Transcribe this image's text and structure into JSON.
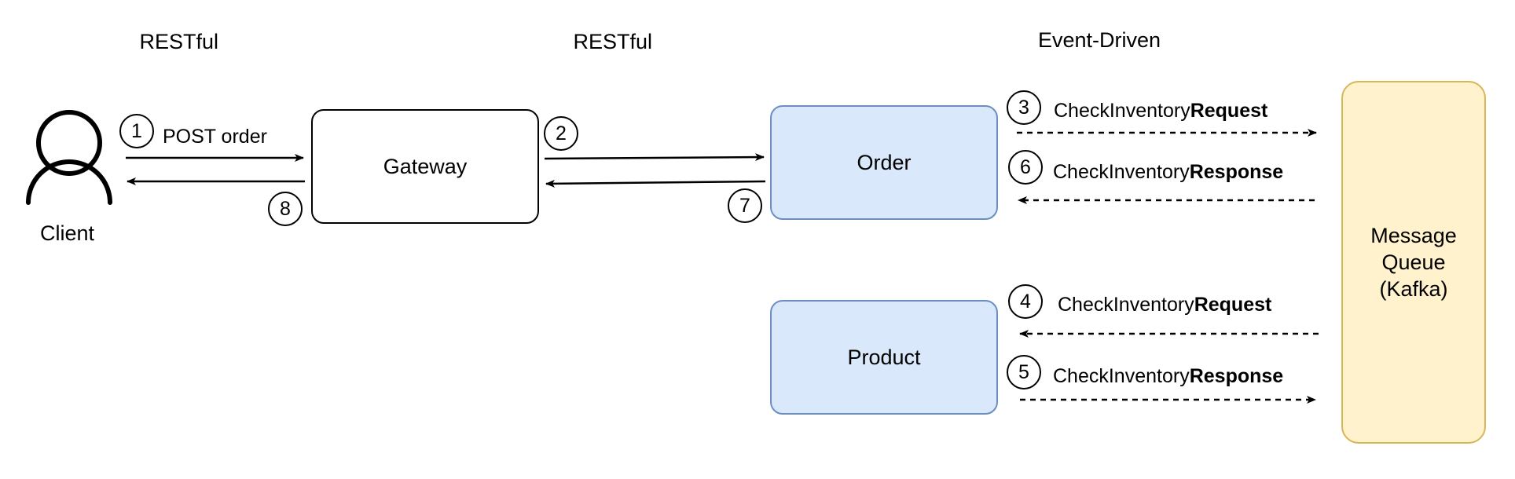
{
  "sections": {
    "restful_left": "RESTful",
    "restful_right": "RESTful",
    "event_driven": "Event-Driven"
  },
  "nodes": {
    "client": "Client",
    "gateway": "Gateway",
    "order": "Order",
    "product": "Product",
    "message_queue": [
      "Message",
      "Queue",
      "(Kafka)"
    ]
  },
  "steps": {
    "s1": "1",
    "s2": "2",
    "s3": "3",
    "s4": "4",
    "s5": "5",
    "s6": "6",
    "s7": "7",
    "s8": "8"
  },
  "labels": {
    "post_order": "POST order",
    "check_request_3": {
      "prefix": "CheckInventory",
      "bold": "Request"
    },
    "check_response_6": {
      "prefix": "CheckInventory",
      "bold": "Response"
    },
    "check_request_4": {
      "prefix": "CheckInventory",
      "bold": "Request"
    },
    "check_response_5": {
      "prefix": "CheckInventory",
      "bold": "Response"
    }
  },
  "colors": {
    "service_fill": "#dae8fc",
    "service_stroke": "#6c8ebf",
    "queue_fill": "#fff2cc",
    "queue_stroke": "#d6b656"
  },
  "icons": {
    "client": "user-icon"
  }
}
